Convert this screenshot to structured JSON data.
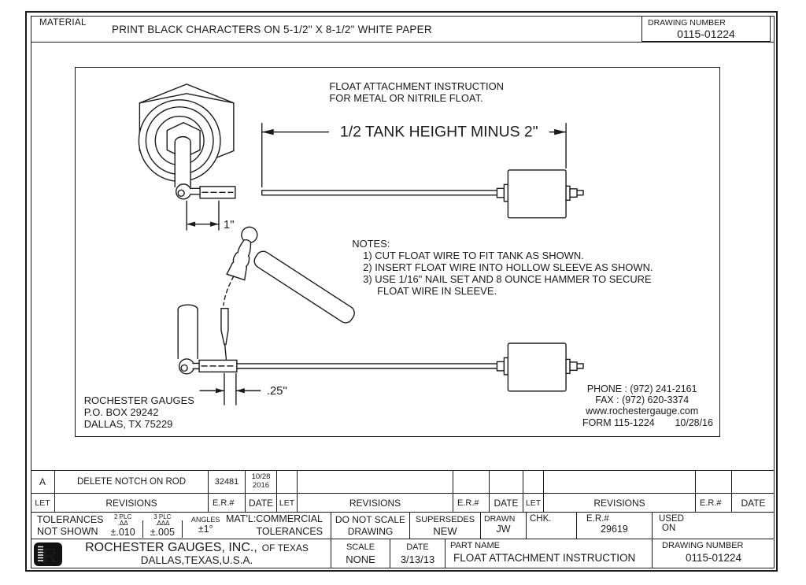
{
  "page": {
    "material_label": "MATERIAL",
    "paper_instruction": "PRINT BLACK CHARACTERS ON 5-1/2\" X 8-1/2\" WHITE PAPER",
    "drawing_number_label": "DRAWING NUMBER",
    "drawing_number": "0115-01224"
  },
  "drawing": {
    "heading": {
      "line1": "FLOAT ATTACHMENT INSTRUCTION",
      "line2": "FOR METAL OR NITRILE FLOAT."
    },
    "dimensions": {
      "tank_height": "1/2 TANK HEIGHT MINUS 2\"",
      "sleeve_length": "1\"",
      "insertion_depth": ".25\""
    },
    "notes": {
      "title": "NOTES:",
      "item1": "1) CUT FLOAT WIRE TO FIT TANK AS SHOWN.",
      "item2": "2) INSERT FLOAT WIRE INTO HOLLOW SLEEVE AS SHOWN.",
      "item3a": "3) USE 1/16\" NAIL SET AND 8 OUNCE HAMMER  TO SECURE",
      "item3b": "FLOAT WIRE IN SLEEVE."
    },
    "address": {
      "line1": "ROCHESTER GAUGES",
      "line2": "P.O. BOX 29242",
      "line3": "DALLAS, TX 75229"
    },
    "contact": {
      "phone": "PHONE : (972) 241-2161",
      "fax": "FAX :  (972) 620-3374",
      "website": "www.rochestergauge.com",
      "form_number": "FORM 115-1224",
      "form_date": "10/28/16"
    }
  },
  "revisions": {
    "header": {
      "let": "LET",
      "revisions": "REVISIONS",
      "er": "E.R.#",
      "date": "DATE"
    },
    "entry": {
      "let": "A",
      "description": "DELETE NOTCH ON ROD",
      "er": "32481",
      "date_top": "10/28",
      "date_bottom": "2016"
    }
  },
  "tolerances": {
    "label_line1": "TOLERANCES",
    "label_line2": "NOT SHOWN",
    "plc2_label": "2 PLC",
    "plc2_sym": ".ΔΔ",
    "plc2_val": "±.010",
    "plc3_label": "3 PLC",
    "plc3_sym": ".ΔΔΔ",
    "plc3_val": "±.005",
    "angles_label": "ANGLES",
    "angles_val": "±1°",
    "matl_line1": "MAT'L:COMMERCIAL",
    "matl_line2": "TOLERANCES"
  },
  "title_block": {
    "do_not_scale_line1": "DO NOT SCALE",
    "do_not_scale_line2": "DRAWING",
    "supersedes_label": "SUPERSEDES",
    "supersedes_value": "NEW",
    "drawn_label": "DRAWN",
    "drawn_value": "JW",
    "chk_label": "CHK.",
    "er_label": "E.R.#",
    "er_value": "29619",
    "used_label": "USED",
    "used_value": "ON",
    "company_line1": "ROCHESTER GAUGES, INC.,",
    "company_suffix": "OF TEXAS",
    "company_line2": "DALLAS,TEXAS,U.S.A.",
    "scale_label": "SCALE",
    "scale_value": "NONE",
    "date_label": "DATE",
    "date_value": "3/13/13",
    "part_name_label": "PART NAME",
    "part_name_value": "FLOAT ATTACHMENT INSTRUCTION",
    "drawing_number_label": "DRAWING NUMBER",
    "drawing_number_value": "0115-01224"
  },
  "logo": {
    "letter": "R"
  },
  "colors": {
    "line": "#1a1a1a",
    "paper": "#ffffff"
  }
}
